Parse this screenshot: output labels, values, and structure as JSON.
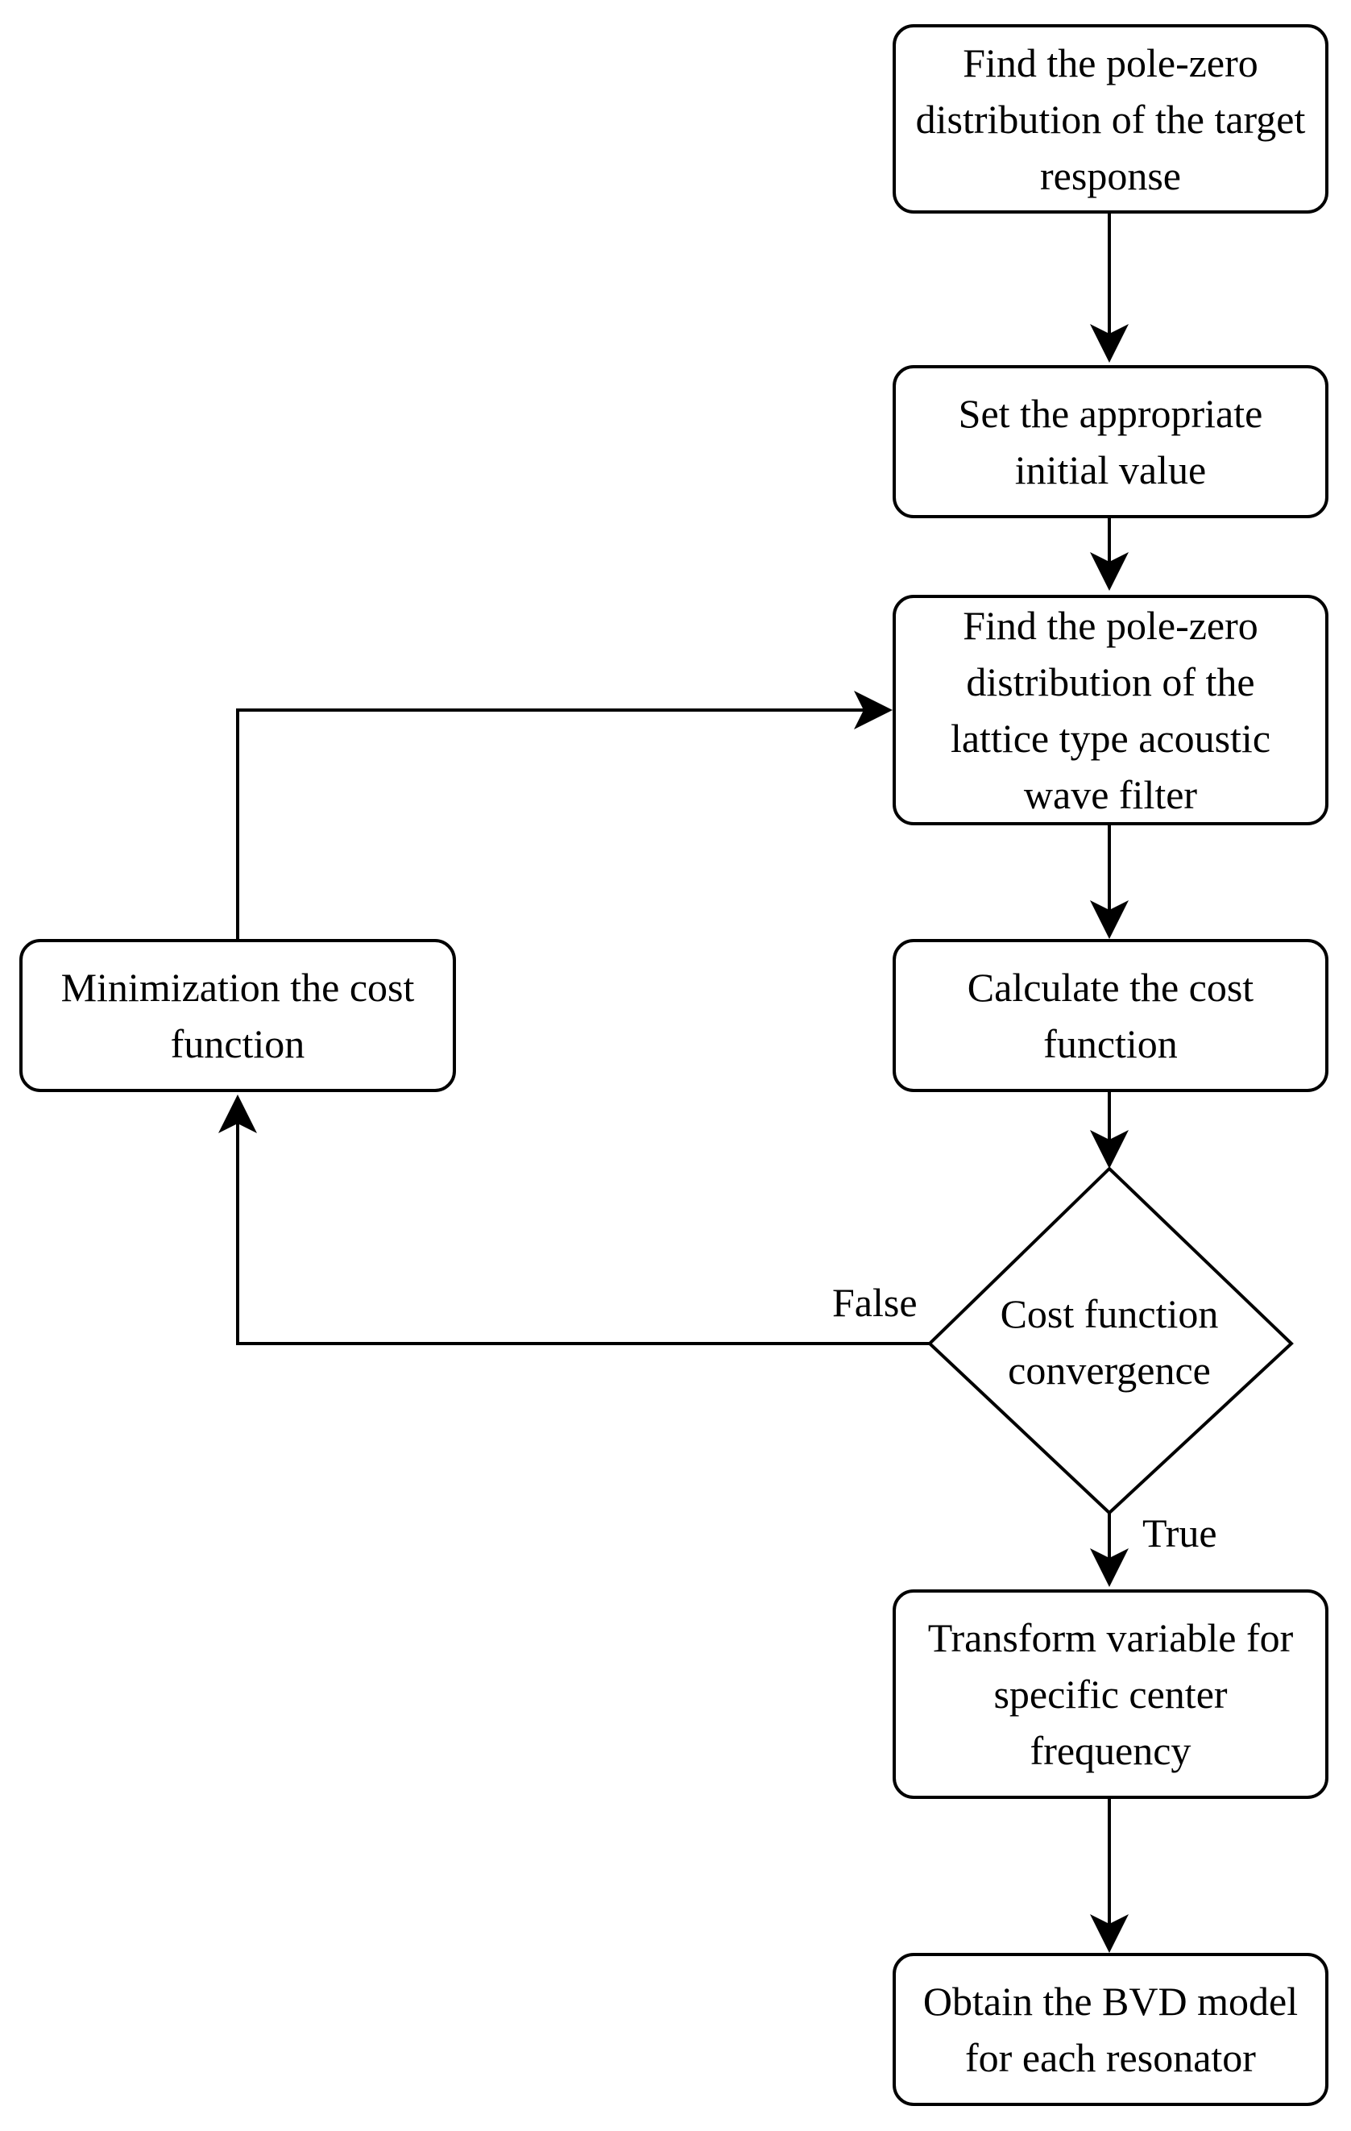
{
  "flowchart": {
    "nodes": {
      "find_target": "Find the pole-zero\ndistribution of the target\nresponse",
      "set_initial": "Set the appropriate\ninitial value",
      "find_lattice": "Find the pole-zero\ndistribution of the\nlattice type acoustic\nwave filter",
      "calc_cost": "Calculate the cost\nfunction",
      "minimize_cost": "Minimization the cost\nfunction",
      "convergence": "Cost function\nconvergence",
      "transform": "Transform variable for\nspecific center\nfrequency",
      "obtain_bvd": "Obtain the BVD model\nfor each resonator"
    },
    "edge_labels": {
      "false": "False",
      "true": "True"
    },
    "edges": [
      {
        "from": "find_target",
        "to": "set_initial"
      },
      {
        "from": "set_initial",
        "to": "find_lattice"
      },
      {
        "from": "find_lattice",
        "to": "calc_cost"
      },
      {
        "from": "calc_cost",
        "to": "convergence"
      },
      {
        "from": "convergence",
        "to": "minimize_cost",
        "label": "False"
      },
      {
        "from": "minimize_cost",
        "to": "find_lattice"
      },
      {
        "from": "convergence",
        "to": "transform",
        "label": "True"
      },
      {
        "from": "transform",
        "to": "obtain_bvd"
      }
    ]
  }
}
